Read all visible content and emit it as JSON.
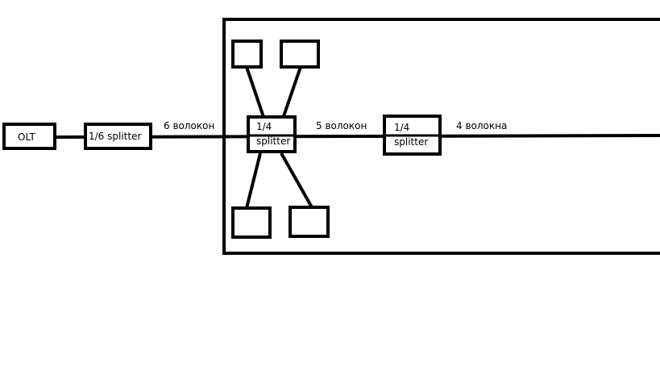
{
  "diagram": {
    "olt_label": "OLT",
    "splitter_main_label": "1/6 splitter",
    "fibers_6": "6 волокон",
    "splitter_a": {
      "ratio": "1/4",
      "word": "splitter"
    },
    "fibers_5": "5 волокон",
    "splitter_b": {
      "ratio": "1/4",
      "word": "splitter"
    },
    "fibers_4": "4 волокна"
  },
  "colors": {
    "stroke": "#000000",
    "background": "#ffffff"
  }
}
